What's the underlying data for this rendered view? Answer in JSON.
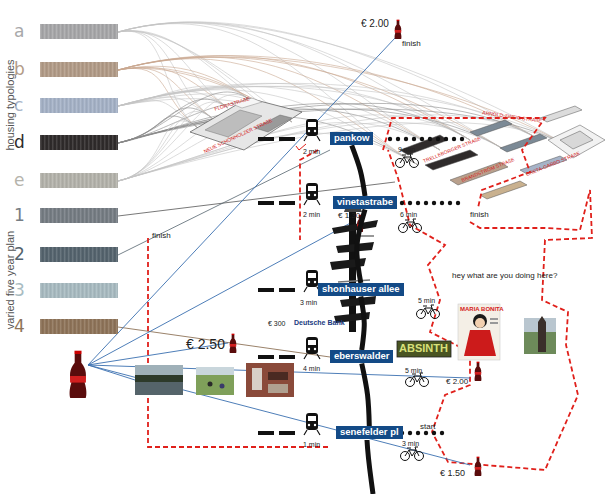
{
  "diagram": {
    "nodes": [
      {
        "text": [
          "pankow"
        ]
      },
      {
        "text": [
          "vinetastrabe"
        ]
      },
      {
        "text": [
          "shonhauser allee"
        ]
      },
      {
        "text": [
          "eberswalder"
        ]
      },
      {
        "text": [
          "senefelder pl"
        ]
      }
    ],
    "edges": [
      {
        "from": 0,
        "to": 1,
        "arrow": "none"
      },
      {
        "from": 1,
        "to": 2,
        "arrow": "none"
      },
      {
        "from": 2,
        "to": 3,
        "arrow": "none"
      },
      {
        "from": 3,
        "to": 4,
        "arrow": "none"
      }
    ],
    "labels": [
      "housing typologies",
      "varied five year plan",
      "FLORASTRAßE",
      "NEUE SCHÖNHOLZER STRAßE",
      "ARNOLD-ZWEIG STRAßE",
      "TRELLEBORGER STRAßE",
      "BRANDSTRÖM STRAßE",
      "GRETA-GARBO STRAßE",
      "€ 2.00",
      "finish",
      "2 min",
      "9 min",
      "2 min",
      "€ 1.30",
      "6 min",
      "finish",
      "finish",
      "3 min",
      "hey what are you doing here?",
      "5 min",
      "€ 300",
      "Deutsche Bank",
      "€ 2.50",
      "4 min",
      "ABSINTH",
      "MARIA BONITA",
      "5 min",
      "€ 2.00",
      "1 min",
      "start",
      "3 min",
      "€ 1.50"
    ],
    "legend": [
      {
        "text": "a",
        "color": "#a8a8aa"
      },
      {
        "text": "b",
        "color": "#b39c88"
      },
      {
        "text": "c",
        "color": "#a6b3c8"
      },
      {
        "text": "d",
        "color": "#2f2b2b"
      },
      {
        "text": "e",
        "color": "#b5b4ac"
      },
      {
        "text": "1",
        "color": "#767d84"
      },
      {
        "text": "2",
        "color": "#55646e"
      },
      {
        "text": "3",
        "color": "#a9bcc2"
      },
      {
        "text": "4",
        "color": "#8f7459"
      }
    ]
  }
}
